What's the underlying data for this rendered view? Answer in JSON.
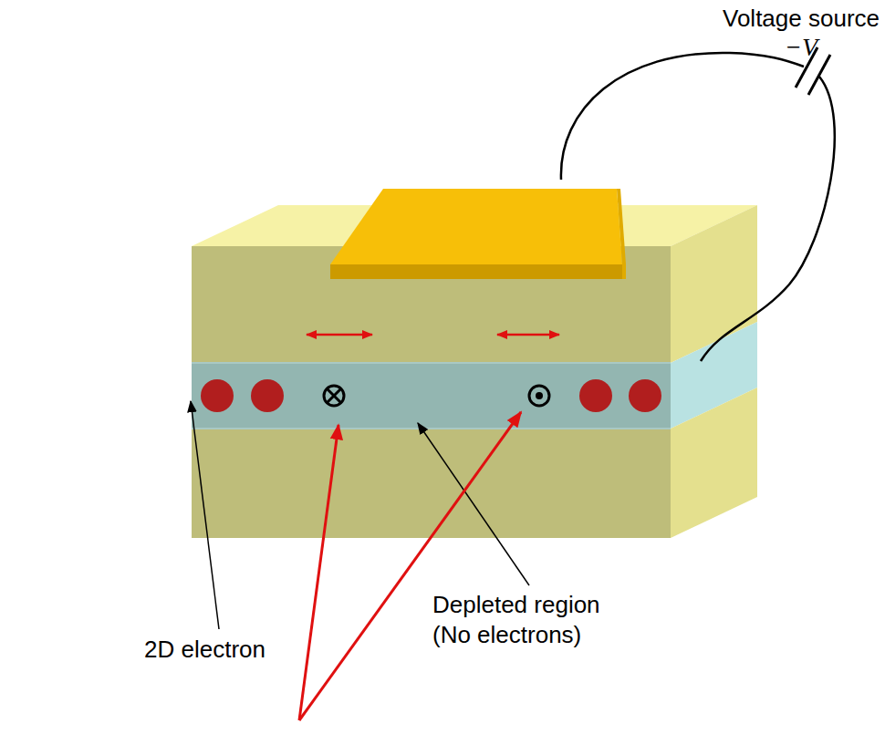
{
  "diagram": {
    "labels": [
      "Voltage source",
      "−V",
      "2D electron",
      "Depleted region (No electrons)"
    ]
  }
}
